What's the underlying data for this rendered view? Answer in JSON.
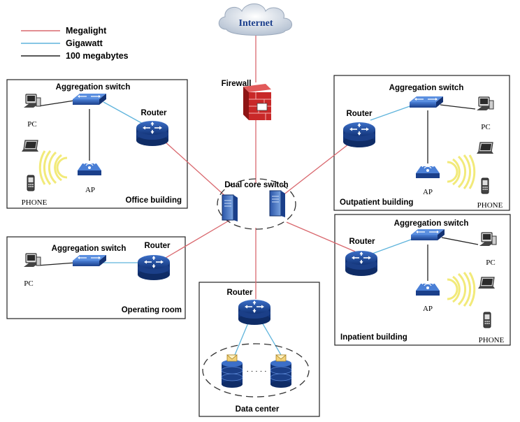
{
  "legend": [
    {
      "label": "Megalight",
      "color": "#d9686e"
    },
    {
      "label": "Gigawatt",
      "color": "#5fb4dc"
    },
    {
      "label": "100 megabytes",
      "color": "#222222"
    }
  ],
  "cloud": {
    "label": "Internet"
  },
  "firewall": {
    "label": "Firewall"
  },
  "core": {
    "label": "Dual core switch"
  },
  "office": {
    "aggregation": "Aggregation switch",
    "router": "Router",
    "pc": "PC",
    "ap": "AP",
    "phone": "PHONE",
    "title": "Office building"
  },
  "outpatient": {
    "aggregation": "Aggregation switch",
    "router": "Router",
    "pc": "PC",
    "ap": "AP",
    "phone": "PHONE",
    "title": "Outpatient building"
  },
  "operating": {
    "aggregation": "Aggregation switch",
    "router": "Router",
    "pc": "PC",
    "title": "Operating room"
  },
  "inpatient": {
    "aggregation": "Aggregation switch",
    "router": "Router",
    "pc": "PC",
    "ap": "AP",
    "phone": "PHONE",
    "title": "Inpatient building"
  },
  "datacenter": {
    "router": "Router",
    "dots": "· · · · ·",
    "title": "Data center"
  },
  "colors": {
    "fiber": "#d9686e",
    "gigabit": "#5fb4dc",
    "copper": "#222222",
    "device": "#1f4b9a",
    "firewall": "#c82828"
  }
}
